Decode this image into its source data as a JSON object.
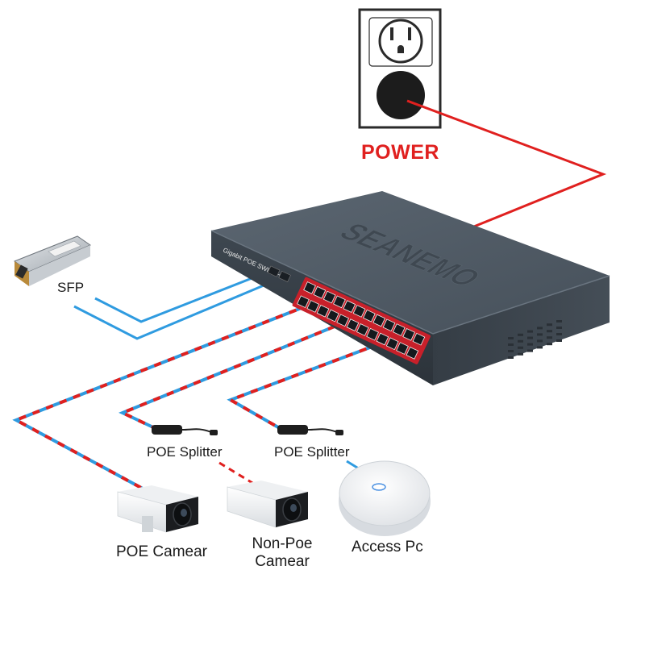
{
  "labels": {
    "power": "POWER",
    "sfp": "SFP",
    "poe_splitter_1": "POE Splitter",
    "poe_splitter_2": "POE Splitter",
    "poe_camera": "POE Camear",
    "non_poe_camera_line1": "Non-Poe",
    "non_poe_camera_line2": "Camear",
    "access_point": "Access Pc"
  },
  "switch": {
    "brand": "SEANEMO",
    "model_line": "Gigabit POE SWITCH",
    "port_count": 24
  },
  "colors": {
    "power_cable": "#e0201f",
    "data_cable": "#2f9be0",
    "poe_cable_red": "#e0201f",
    "poe_cable_blue": "#2f9be0",
    "switch_body": "#4b5560",
    "switch_front_accent": "#c8202a"
  }
}
